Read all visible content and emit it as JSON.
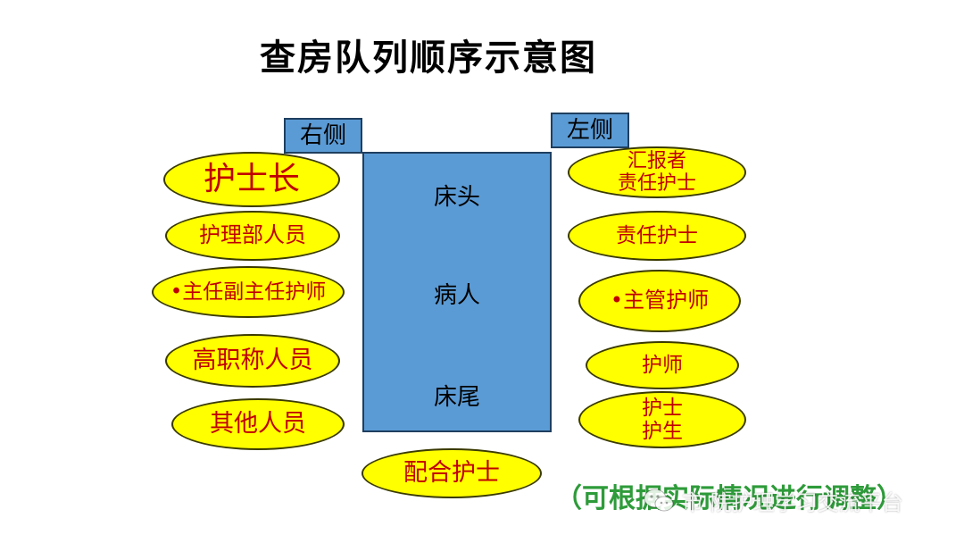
{
  "title": "查房队列顺序示意图",
  "labels": {
    "right_side": "右侧",
    "left_side": "左侧"
  },
  "bed": {
    "head": "床头",
    "patient": "病人",
    "foot": "床尾"
  },
  "right_group": [
    {
      "id": "head-nurse",
      "lines": [
        "护士长"
      ]
    },
    {
      "id": "nursing-dept",
      "lines": [
        "护理部人员"
      ]
    },
    {
      "id": "deputy-chief",
      "lines": [
        "•主任副主任护师"
      ]
    },
    {
      "id": "senior-title",
      "lines": [
        "高职称人员"
      ]
    },
    {
      "id": "others",
      "lines": [
        "其他人员"
      ]
    }
  ],
  "left_group": [
    {
      "id": "reporter",
      "lines": [
        "汇报者",
        "责任护士"
      ]
    },
    {
      "id": "responsible-nurse",
      "lines": [
        "责任护士"
      ]
    },
    {
      "id": "supervisor-nurse",
      "lines": [
        "•主管护师"
      ]
    },
    {
      "id": "nurse-practitioner",
      "lines": [
        "护师"
      ]
    },
    {
      "id": "nurse-student",
      "lines": [
        "护士",
        "护生"
      ]
    }
  ],
  "bottom": {
    "assisting_nurse": "配合护士"
  },
  "note": "（可根据实际情况进行调整）",
  "watermark": "市 院护理学习交流平台",
  "colors": {
    "ellipse_fill": "#ffff00",
    "ellipse_text": "#c00000",
    "bed": "#5b9bd5",
    "note": "#2e9b3a"
  }
}
